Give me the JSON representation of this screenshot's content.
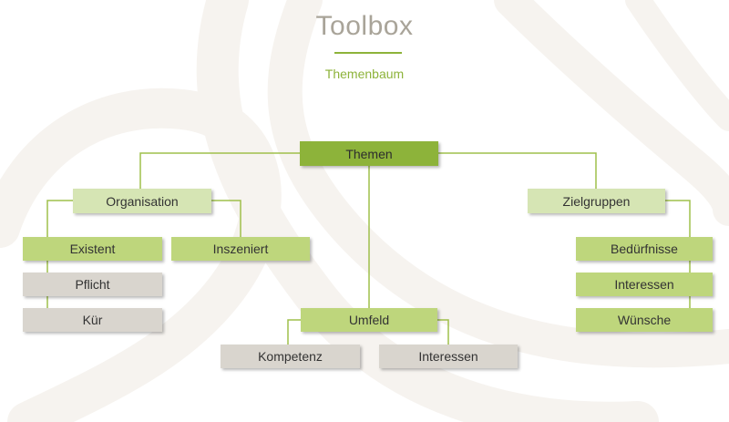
{
  "page": {
    "title": "Toolbox",
    "subtitle": "Themenbaum"
  },
  "colors": {
    "accent": "#8db33a",
    "title_grey": "#a9a499",
    "node_root": "#8db33a",
    "node_light": "#d6e5b4",
    "node_mid": "#bed67c",
    "node_grey": "#d9d5ce",
    "connector": "#9fc04b"
  },
  "tree": {
    "root": "Themen",
    "branches": {
      "organisation": {
        "label": "Organisation",
        "children": {
          "existent": "Existent",
          "pflicht": "Pflicht",
          "kuer": "Kür",
          "inszeniert": "Inszeniert"
        }
      },
      "umfeld": {
        "label": "Umfeld",
        "children": {
          "kompetenz": "Kompetenz",
          "interessen": "Interessen"
        }
      },
      "zielgruppen": {
        "label": "Zielgruppen",
        "children": {
          "beduerfnisse": "Bedürfnisse",
          "interessen": "Interessen",
          "wuensche": "Wünsche"
        }
      }
    }
  }
}
